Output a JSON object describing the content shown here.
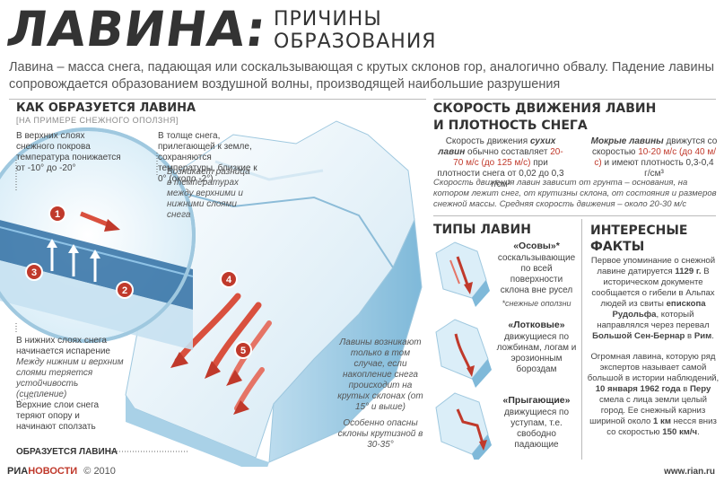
{
  "header": {
    "title": "ЛАВИНА:",
    "subtitle_line1": "ПРИЧИНЫ",
    "subtitle_line2": "ОБРАЗОВАНИЯ",
    "intro": "Лавина – масса снега, падающая или соскальзывающая с крутых склонов гор, аналогично обвалу. Падение лавины сопровождается образованием воздушной волны, производящей наибольшие разрушения"
  },
  "how": {
    "title": "КАК ОБРАЗУЕТСЯ ЛАВИНА",
    "subtitle": "[на примере снежного оползня]",
    "n_upper": "В верхних слоях снежного покрова температура понижается от -10° до -20°",
    "n_thick": "В толще снега, прилегающей к земле, сохраняются температуры, близкие к 0° (около -2°)",
    "n_diff": "Возникает разница в температурах между верхними и нижними слоями снега",
    "n_lower": "В нижних слоях снега начинается испарение",
    "n_lower_it": "Между нижним и верхним слоями теряется устойчивость (сцепление)",
    "n_top": "Верхние слои снега теряют опору и начинают сползать",
    "n_forms": "ОБРАЗУЕТСЯ ЛАВИНА",
    "n_avalanche": "Лавины возникают только в том случае, если накопление снега происходит на крутых склонах (от 15° и выше)",
    "n_danger": "Особенно опасны склоны крутизной в 30-35°",
    "markers": [
      "1",
      "2",
      "3",
      "4",
      "5"
    ]
  },
  "speed": {
    "title_l1": "СКОРОСТЬ ДВИЖЕНИЯ ЛАВИН",
    "title_l2": "И ПЛОТНОСТЬ СНЕГА",
    "dry_a": "Скорость движения ",
    "dry_b": "сухих лавин",
    "dry_c": " обычно составляет ",
    "dry_d": "20-70 м/с",
    "dry_e": " (до 125 м/с)",
    "dry_f": " при плотности снега от 0,02 до 0,3 г/см³",
    "wet_a": "Мокрые лавины",
    "wet_b": " движутся со скоростью ",
    "wet_c": "10-20 м/с",
    "wet_d": " (до 40 м/с)",
    "wet_e": " и имеют плотность 0,3-0,4 г/см³",
    "note": "Скорость движения лавин зависит от грунта – основания, на котором лежит снег, от крутизны склона, от состояния и размеров снежной массы. Средняя скорость движения – около 20-30 м/с"
  },
  "types": {
    "title": "ТИПЫ ЛАВИН",
    "items": [
      {
        "name": "«Осовы»*",
        "text": "соскальзывающие по всей поверхности склона вне русел",
        "note": "*снежные оползни"
      },
      {
        "name": "«Лотковые»",
        "text": "движущиеся по ложбинам, логам и эрозионным бороздам",
        "note": ""
      },
      {
        "name": "«Прыгающие»",
        "text": "движущиеся по уступам, т.е. свободно падающие",
        "note": ""
      }
    ]
  },
  "facts": {
    "title_l1": "ИНТЕРЕСНЫЕ",
    "title_l2": "ФАКТЫ",
    "p1_a": "Первое упоминание о снежной лавине датируется ",
    "p1_b": "1129 г.",
    "p1_c": " В историческом документе сообщается о гибели в Альпах людей из свиты ",
    "p1_d": "епископа Рудольфа",
    "p1_e": ", который направлялся через перевал ",
    "p1_f": "Большой Сен-Бернар",
    "p1_g": " в ",
    "p1_h": "Рим",
    "p1_i": ".",
    "p2_a": "Огромная лавина, которую ряд экспертов называет самой большой в истории наблюдений, ",
    "p2_b": "10 января 1962 года",
    "p2_c": " в ",
    "p2_d": "Перу",
    "p2_e": " смела с лица земли целый город. Ее снежный карниз шириной около ",
    "p2_f": "1 км",
    "p2_g": " несся вниз со скоростью ",
    "p2_h": "150 км/ч",
    "p2_i": "."
  },
  "footer": {
    "logo_a": "РИА",
    "logo_b": "НОВОСТИ",
    "copyright": "© 2010",
    "site": "www.rian.ru"
  },
  "colors": {
    "accent_red": "#c0392b",
    "ice_blue": "#cfe6f3",
    "text": "#444",
    "heading": "#333"
  }
}
